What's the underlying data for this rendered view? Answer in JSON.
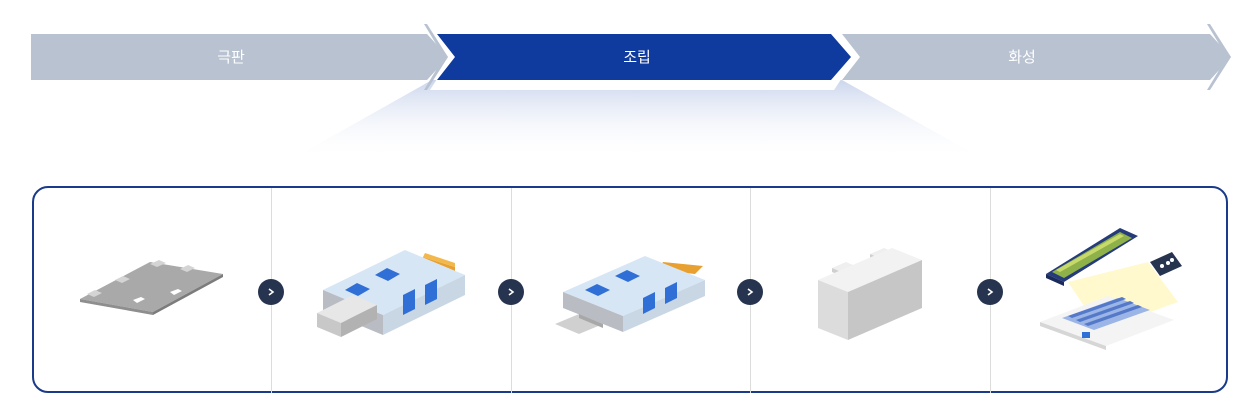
{
  "process": {
    "stages": [
      "극판",
      "조립",
      "화성"
    ],
    "active_stage": 1
  },
  "colors": {
    "inactive_arrow": "#b8c2d1",
    "active_arrow": "#0f3a9e",
    "panel_border": "#1a3a8a",
    "step_circle": "#27344f"
  },
  "steps": [
    {
      "icon": "electrode-sheet-icon"
    },
    {
      "icon": "stacked-cell-with-tab-icon"
    },
    {
      "icon": "cell-with-tabs-icon"
    },
    {
      "icon": "pouch-cell-icon"
    },
    {
      "icon": "formation-charging-icon"
    }
  ]
}
